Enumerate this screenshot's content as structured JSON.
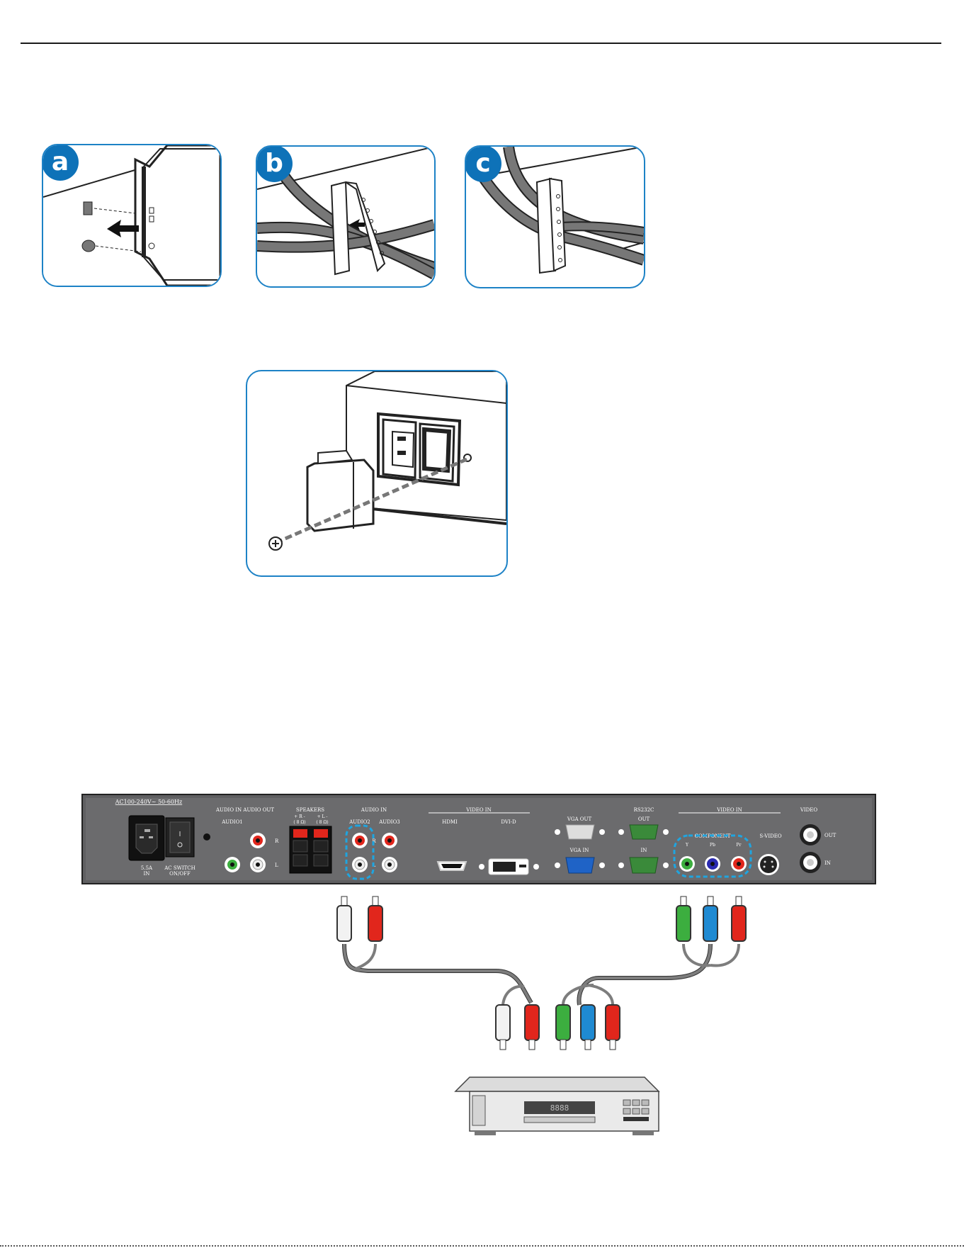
{
  "steps": [
    {
      "letter": "a",
      "icon": "cable-clip-mount-illustration"
    },
    {
      "letter": "b",
      "icon": "cable-clip-insert-illustration"
    },
    {
      "letter": "c",
      "icon": "cable-clip-closed-illustration"
    }
  ],
  "power_cover_icon": "ac-inlet-cover-screw-illustration",
  "rear_panel": {
    "power_rating": "AC100-240V~ 50-60Hz",
    "power_in": "5.5A\nIN",
    "ac_switch": "AC SWITCH\nON/OFF",
    "audio_in_out": "AUDIO IN  AUDIO OUT",
    "audio1": "AUDIO1",
    "speakers": "SPEAKERS",
    "spk_r": "+ R -",
    "spk_l": "+ L -",
    "spk_ohm": "( 8 Ω)",
    "audio_in_group": "AUDIO IN",
    "audio2": "AUDIO2",
    "audio3": "AUDIO3",
    "r": "R",
    "l": "L",
    "video_in_digital": "VIDEO IN",
    "hdmi": "HDMI",
    "dvi": "DVI-D",
    "vga_out": "VGA OUT",
    "vga_in": "VGA IN",
    "rs232c": "RS232C",
    "out": "OUT",
    "in": "IN",
    "video_in_analog": "VIDEO IN",
    "component": "COMPONENT",
    "y": "Y",
    "pb": "Pb",
    "pr": "Pr",
    "svideo": "S-VIDEO",
    "video": "VIDEO",
    "video_out": "OUT",
    "video_in": "IN"
  },
  "dvd_display": "8888",
  "colors": {
    "accent": "#1d82c6",
    "badge": "#0e72b8",
    "panel_gray": "#6b6b6d",
    "rca_red": "#e1261c",
    "rca_green": "#3cae3f",
    "rca_blue": "#1f8ad2",
    "cable_gray": "#7d7d7d"
  }
}
